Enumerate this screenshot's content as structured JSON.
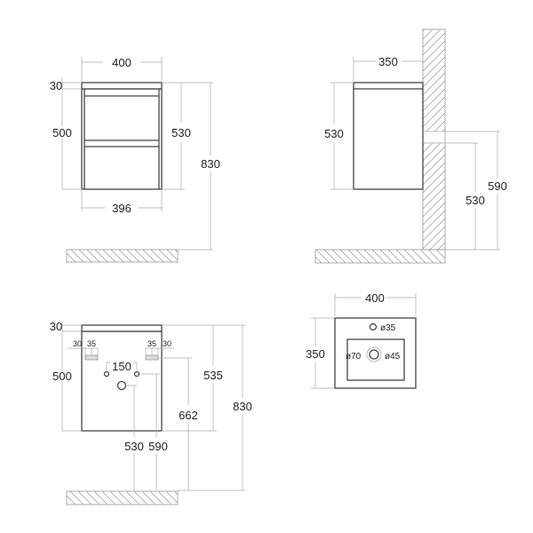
{
  "front_view": {
    "width_top": "400",
    "top_thickness": "30",
    "body_height": "500",
    "body_with_top": "530",
    "total_height": "830",
    "width_bottom": "396"
  },
  "side_view": {
    "depth": "350",
    "height": "530",
    "pipe_upper": "590",
    "pipe_lower": "530"
  },
  "back_view": {
    "top_thickness": "30",
    "body_height": "500",
    "left_offset_a": "30",
    "left_offset_b": "35",
    "right_offset_b": "35",
    "right_offset_a": "30",
    "hole_spacing": "150",
    "height_535": "535",
    "height_662": "662",
    "total_height": "830",
    "drain_height": "530",
    "supply_height": "590"
  },
  "top_view": {
    "width": "400",
    "depth": "350",
    "tap_hole": "ø35",
    "drain_outer": "ø70",
    "drain_inner": "ø45"
  }
}
